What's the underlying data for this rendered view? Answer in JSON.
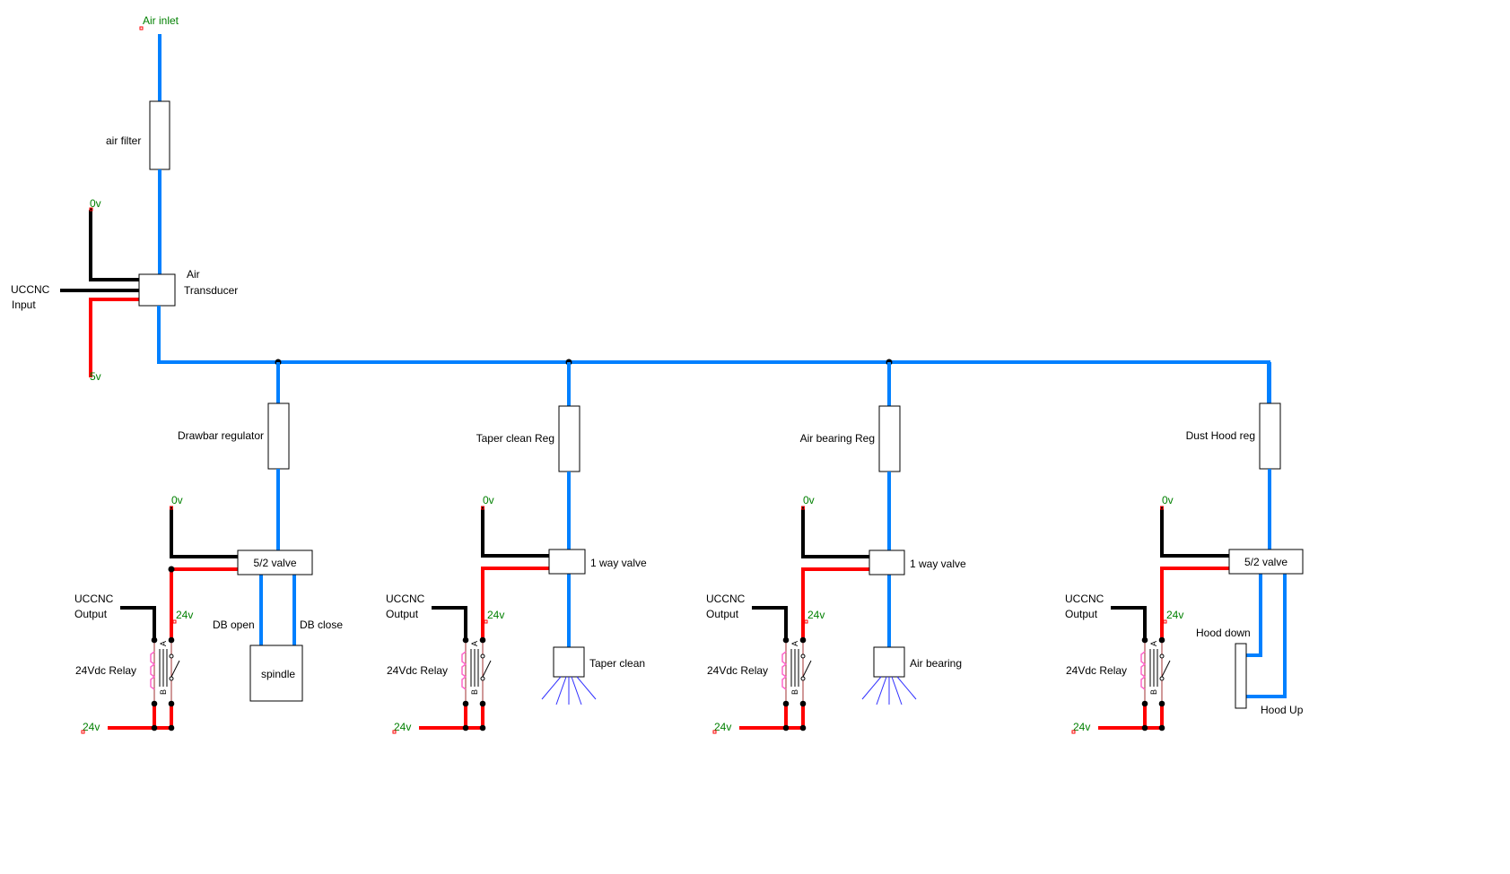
{
  "colors": {
    "air": "#0080ff",
    "positive": "#ff0000",
    "ground": "#000000",
    "voltage_label": "#008000",
    "coil": "#ff66cc"
  },
  "supply": {
    "air_inlet": "Air inlet",
    "air_filter": "air filter",
    "transducer_line1": "Air",
    "transducer_line2": "Transducer",
    "input_line1": "UCCNC",
    "input_line2": "Input",
    "zero_v": "0v",
    "five_v": "5v"
  },
  "branches": [
    {
      "regulator": "Drawbar regulator",
      "valve": "5/2 valve",
      "zero_v": "0v",
      "v24_top": "24v",
      "v24_bottom": "24v",
      "output_line1": "UCCNC",
      "output_line2": "Output",
      "relay": "24Vdc Relay",
      "contact_a": "A",
      "contact_b": "B",
      "port_1": "DB open",
      "port_2": "DB close",
      "actuator": "spindle"
    },
    {
      "regulator": "Taper clean Reg",
      "valve": "1 way valve",
      "zero_v": "0v",
      "v24_top": "24v",
      "v24_bottom": "24v",
      "output_line1": "UCCNC",
      "output_line2": "Output",
      "relay": "24Vdc Relay",
      "contact_a": "A",
      "contact_b": "B",
      "actuator": "Taper clean"
    },
    {
      "regulator": "Air bearing Reg",
      "valve": "1 way valve",
      "zero_v": "0v",
      "v24_top": "24v",
      "v24_bottom": "24v",
      "output_line1": "UCCNC",
      "output_line2": "Output",
      "relay": "24Vdc Relay",
      "contact_a": "A",
      "contact_b": "B",
      "actuator": "Air bearing"
    },
    {
      "regulator": "Dust Hood reg",
      "valve": "5/2 valve",
      "zero_v": "0v",
      "v24_top": "24v",
      "v24_bottom": "24v",
      "output_line1": "UCCNC",
      "output_line2": "Output",
      "relay": "24Vdc Relay",
      "contact_a": "A",
      "contact_b": "B",
      "port_1": "Hood down",
      "port_2": "Hood Up"
    }
  ]
}
